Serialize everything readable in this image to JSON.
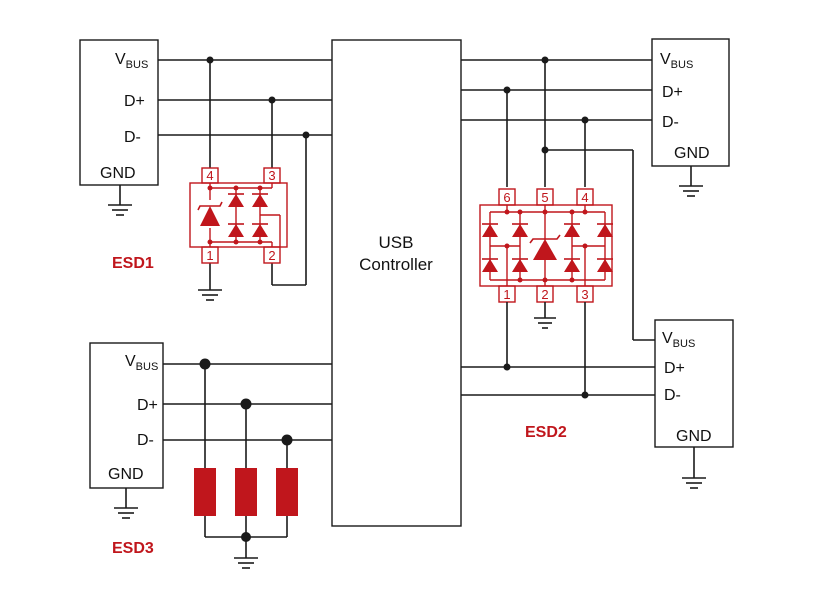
{
  "theme": {
    "esd_color": "#c0161c",
    "wire_color": "#1a1a1a"
  },
  "controller": {
    "line1": "USB",
    "line2": "Controller"
  },
  "connectors": {
    "top_left": {
      "vbus": "V",
      "vbus_sub": "BUS",
      "dplus": "D+",
      "dminus": "D-",
      "gnd": "GND"
    },
    "top_right": {
      "vbus": "V",
      "vbus_sub": "BUS",
      "dplus": "D+",
      "dminus": "D-",
      "gnd": "GND"
    },
    "bottom_left": {
      "vbus": "V",
      "vbus_sub": "BUS",
      "dplus": "D+",
      "dminus": "D-",
      "gnd": "GND"
    },
    "bottom_right": {
      "vbus": "V",
      "vbus_sub": "BUS",
      "dplus": "D+",
      "dminus": "D-",
      "gnd": "GND"
    }
  },
  "esd1": {
    "label": "ESD1",
    "pins": [
      "4",
      "3",
      "1",
      "2"
    ]
  },
  "esd2": {
    "label": "ESD2",
    "pins": [
      "6",
      "5",
      "4",
      "1",
      "2",
      "3"
    ]
  },
  "esd3": {
    "label": "ESD3"
  },
  "icons": {
    "ground": "ground-icon",
    "tvs": "tvs-diode-icon",
    "zener": "zener-diode-icon",
    "varistor": "varistor-icon"
  }
}
